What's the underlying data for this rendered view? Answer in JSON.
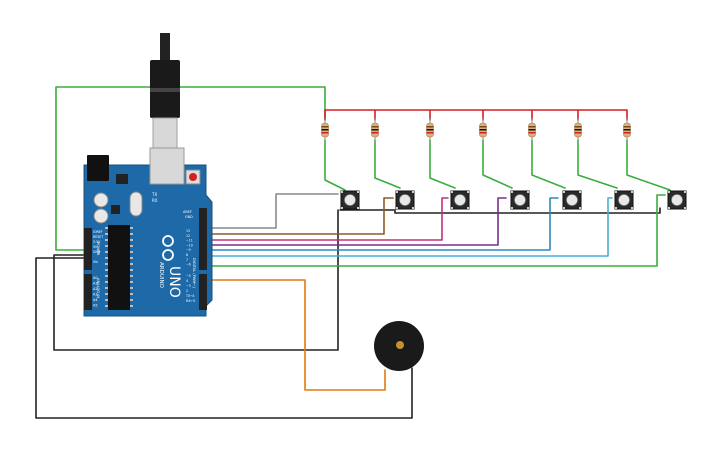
{
  "board": {
    "brand": "ARDUINO",
    "model": "UNO",
    "power_header": "POWER",
    "analog_header": "ANALOG IN",
    "digital_header": "DIGITAL (PWM~)",
    "tx_label": "TX",
    "rx_label": "RX",
    "aref_label": "AREF",
    "gnd_label": "GND",
    "reset_label": "RESET",
    "ioref_label": "IOREF",
    "v33_label": "3.3V",
    "v5_label": "5V",
    "vin_label": "Vin",
    "analog_pins": [
      "A0",
      "A1",
      "A2",
      "A3",
      "A4",
      "A5"
    ],
    "digital_pins": [
      "13",
      "12",
      "~11",
      "~10",
      "~9",
      "8",
      "7",
      "~6",
      "~5",
      "4",
      "~3",
      "2",
      "TX→1",
      "RX←0"
    ],
    "board_color": "#1e6aa8"
  },
  "components": {
    "resistor_count": 7,
    "button_count": 7,
    "has_buzzer": true,
    "has_usb_cable": true
  },
  "wire_colors": {
    "power": "#3aad3a",
    "resistor_bus": "#d42020",
    "ground": "#222222",
    "gray": "#8a8a8a",
    "brown": "#8a5a2a",
    "magenta": "#c0307a",
    "purple": "#7a2e8a",
    "blue": "#2a8ac0",
    "cyan": "#4ab0d0",
    "green": "#3aad3a",
    "orange": "#e07a10"
  }
}
